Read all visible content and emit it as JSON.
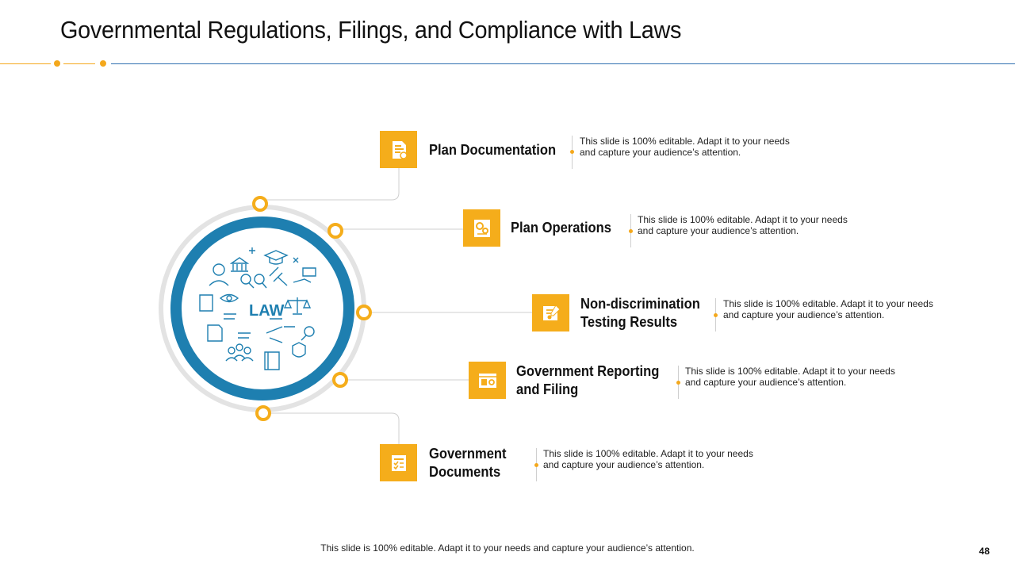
{
  "slide": {
    "title": "Governmental Regulations, Filings, and Compliance with Laws",
    "footer": "This slide is 100% editable. Adapt it to your needs and capture your audience’s attention.",
    "page_number": "48"
  },
  "center": {
    "badge": "LAW",
    "icon": "law-icons-collage"
  },
  "items": [
    {
      "label": "Plan Documentation",
      "icon": "document-icon",
      "desc1": "This slide is 100% editable. Adapt it to your needs",
      "desc2": "and capture your audience’s attention."
    },
    {
      "label": "Plan Operations",
      "icon": "gears-icon",
      "desc1": "This slide is 100% editable. Adapt it to your needs",
      "desc2": "and capture your audience’s attention."
    },
    {
      "label1": "Non-discrimination",
      "label2": "Testing Results",
      "icon": "certificate-icon",
      "desc1": "This slide is 100% editable. Adapt it to your needs",
      "desc2": "and capture your audience’s attention."
    },
    {
      "label1": "Government Reporting",
      "label2": "and Filing",
      "icon": "settings-window-icon",
      "desc1": "This slide is 100% editable. Adapt it to your needs",
      "desc2": "and capture your audience’s attention."
    },
    {
      "label1": "Government",
      "label2": "Documents",
      "icon": "checklist-icon",
      "desc1": "This slide is 100% editable. Adapt it to your needs",
      "desc2": "and capture your audience’s attention."
    }
  ],
  "colors": {
    "accent": "#f5ad1b",
    "ring": "#1e7fb0",
    "rule": "#2f6fb0"
  }
}
